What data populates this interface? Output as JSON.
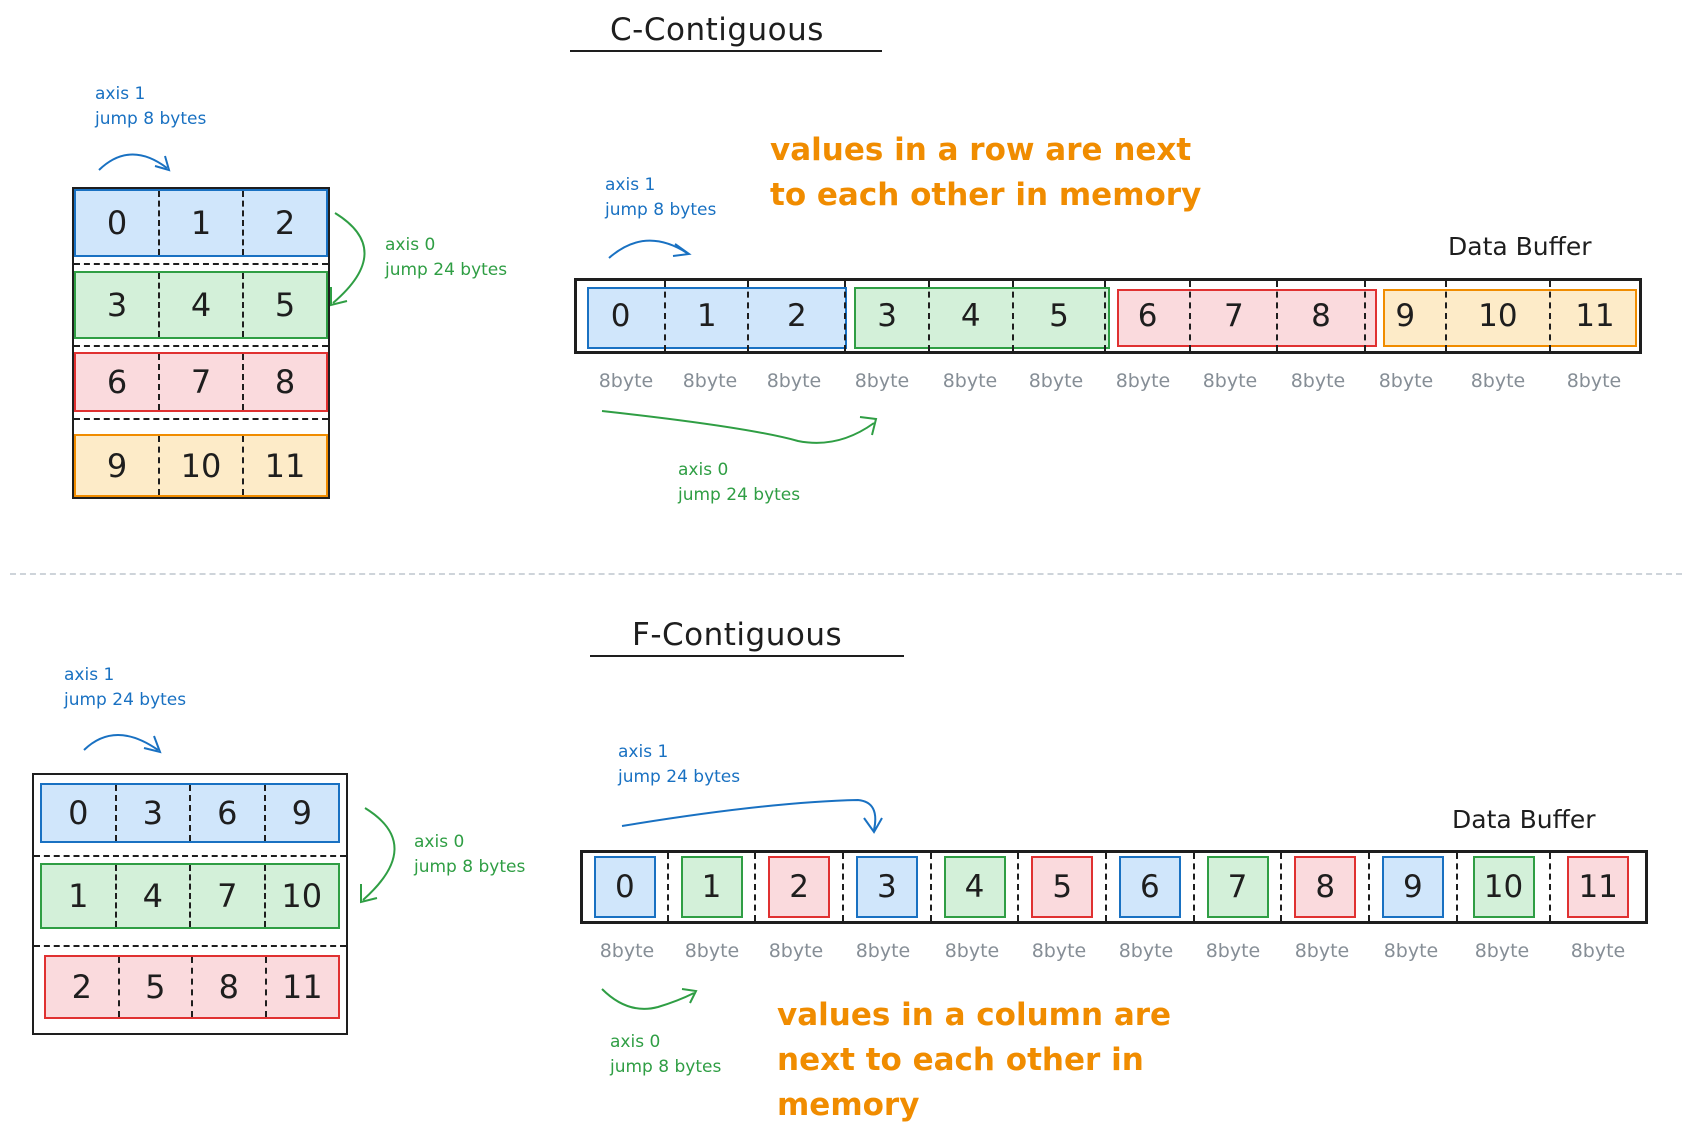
{
  "colors": {
    "blue": "#1971c2",
    "blue_fill": "#d0e6fb",
    "green": "#2f9e44",
    "green_fill": "#d3f0d9",
    "red": "#e03131",
    "red_fill": "#fadadd",
    "orange": "#f08c00",
    "orange_fill": "#fdebc8",
    "gray": "#868e96"
  },
  "c_section": {
    "title": "C-Contiguous",
    "matrix_axis1": "axis 1\njump 8 bytes",
    "matrix_axis0": "axis 0\njump 24 bytes",
    "matrix_rows": [
      [
        "0",
        "1",
        "2"
      ],
      [
        "3",
        "4",
        "5"
      ],
      [
        "6",
        "7",
        "8"
      ],
      [
        "9",
        "10",
        "11"
      ]
    ],
    "note": "values in a row are next\nto each other in memory",
    "buffer_axis1": "axis 1\njump 8 bytes",
    "buffer_label": "Data Buffer",
    "buffer_values": [
      "0",
      "1",
      "2",
      "3",
      "4",
      "5",
      "6",
      "7",
      "8",
      "9",
      "10",
      "11"
    ],
    "byte_labels": [
      "8byte",
      "8byte",
      "8byte",
      "8byte",
      "8byte",
      "8byte",
      "8byte",
      "8byte",
      "8byte",
      "8byte",
      "8byte",
      "8byte"
    ],
    "buffer_axis0": "axis 0\njump 24 bytes"
  },
  "f_section": {
    "title": "F-Contiguous",
    "matrix_axis1": "axis 1\njump 24 bytes",
    "matrix_axis0": "axis 0\njump 8 bytes",
    "matrix_rows": [
      [
        "0",
        "3",
        "6",
        "9"
      ],
      [
        "1",
        "4",
        "7",
        "10"
      ],
      [
        "2",
        "5",
        "8",
        "11"
      ]
    ],
    "buffer_axis1": "axis 1\njump 24 bytes",
    "buffer_label": "Data Buffer",
    "buffer_values": [
      "0",
      "1",
      "2",
      "3",
      "4",
      "5",
      "6",
      "7",
      "8",
      "9",
      "10",
      "11"
    ],
    "byte_labels": [
      "8byte",
      "8byte",
      "8byte",
      "8byte",
      "8byte",
      "8byte",
      "8byte",
      "8byte",
      "8byte",
      "8byte",
      "8byte",
      "8byte"
    ],
    "buffer_axis0": "axis 0\njump 8 bytes",
    "note": "values in a column are\nnext to each other in\nmemory"
  }
}
